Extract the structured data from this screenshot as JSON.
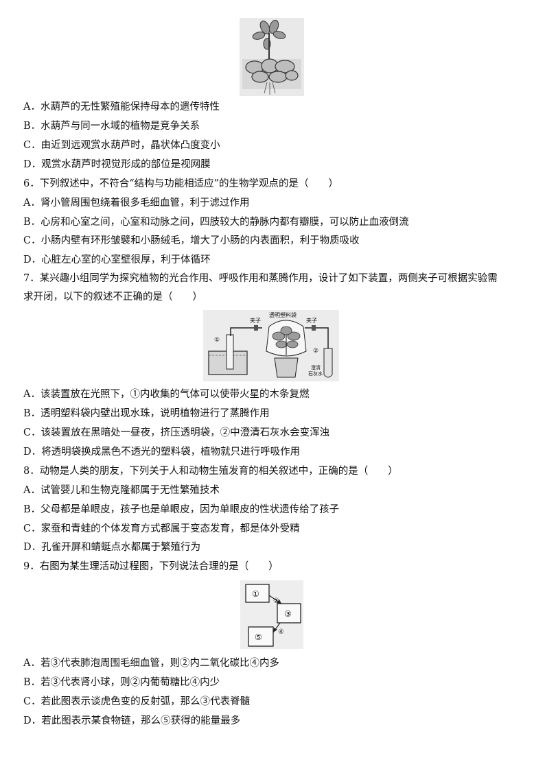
{
  "figure1": {},
  "q5_options": [
    "A．水葫芦的无性繁殖能保持母本的遗传特性",
    "B．水葫芦与同一水域的植物是竞争关系",
    "C．由近到远观赏水葫芦时，晶状体凸度变小",
    "D．观赏水葫芦时视觉形成的部位是视网膜"
  ],
  "q6": {
    "stem": "6．下列叙述中，不符合“结构与功能相适应”的生物学观点的是（　　）",
    "options": [
      "A．肾小管周围包绕着很多毛细血管，利于滤过作用",
      "B．心房和心室之间，心室和动脉之间，四肢较大的静脉内都有瓣膜，可以防止血液倒流",
      "C．小肠内壁有环形皱襞和小肠绒毛，增大了小肠的内表面积，利于物质吸收",
      "D．心脏左心室的心室壁很厚，利于体循环"
    ]
  },
  "q7": {
    "stem_line1": "7．某兴趣小组同学为探究植物的光合作用、呼吸作用和蒸腾作用，设计了如下装置，两侧夹子可根据实验需",
    "stem_line2": "求开闭，以下的叙述不正确的是（　　）",
    "figure": {
      "bag_label": "透明塑料袋",
      "clip_left": "夹子",
      "clip_right": "夹子",
      "mark1": "①",
      "mark2": "②",
      "limewater_line1": "澄清",
      "limewater_line2": "石灰水"
    },
    "options": [
      "A．该装置放在光照下，①内收集的气体可以使带火星的木条复燃",
      "B．透明塑料袋内壁出现水珠，说明植物进行了蒸腾作用",
      "C．该装置放在黑暗处一昼夜，挤压透明袋，②中澄清石灰水会变浑浊",
      "D．将透明袋换成黑色不透光的塑料袋，植物就只进行呼吸作用"
    ]
  },
  "q8": {
    "stem": "8．动物是人类的朋友，下列关于人和动物生殖发育的相关叙述中，正确的是（　　）",
    "options": [
      "A．试管婴儿和生物克隆都属于无性繁殖技术",
      "B．父母都是单眼皮，孩子也是单眼皮，因为单眼皮的性状遗传给了孩子",
      "C．家蚕和青蛙的个体发育方式都属于变态发育，都是体外受精",
      "D．孔雀开屏和蜻蜓点水都属于繁殖行为"
    ]
  },
  "q9": {
    "stem": "9．右图为某生理活动过程图，下列说法合理的是（　　）",
    "figure": {
      "n1": "①",
      "n2": "②",
      "n3": "③",
      "n4": "④",
      "n5": "⑤"
    },
    "options": [
      "A．若③代表肺泡周围毛细血管，则②内二氧化碳比④内多",
      "B．若③代表肾小球，则②内葡萄糖比④内少",
      "C．若此图表示谈虎色变的反射弧，那么③代表脊髓",
      "D．若此图表示某食物链，那么⑤获得的能量最多"
    ]
  }
}
